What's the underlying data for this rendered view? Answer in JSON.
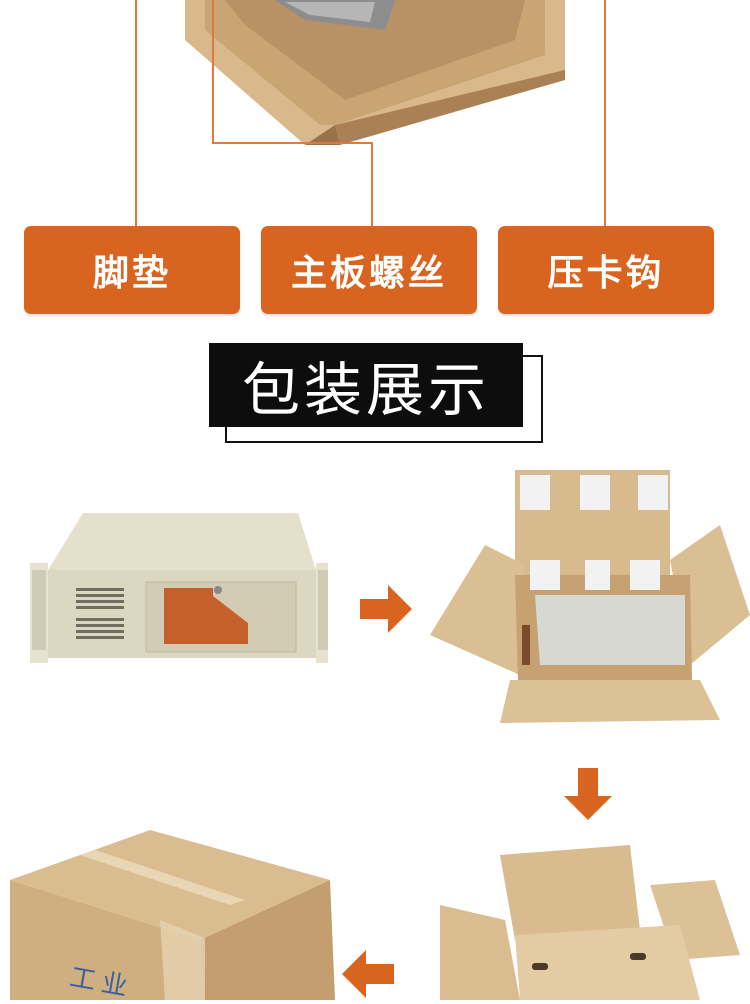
{
  "labels": [
    "脚垫",
    "主板螺丝",
    "压卡钩"
  ],
  "section_title": "包装展示",
  "box_marking": "工业",
  "colors": {
    "accent": "#d9641f",
    "line": "#e07a3a",
    "cardboard": "#d6b98a",
    "chassis": "#ddd8c2"
  }
}
